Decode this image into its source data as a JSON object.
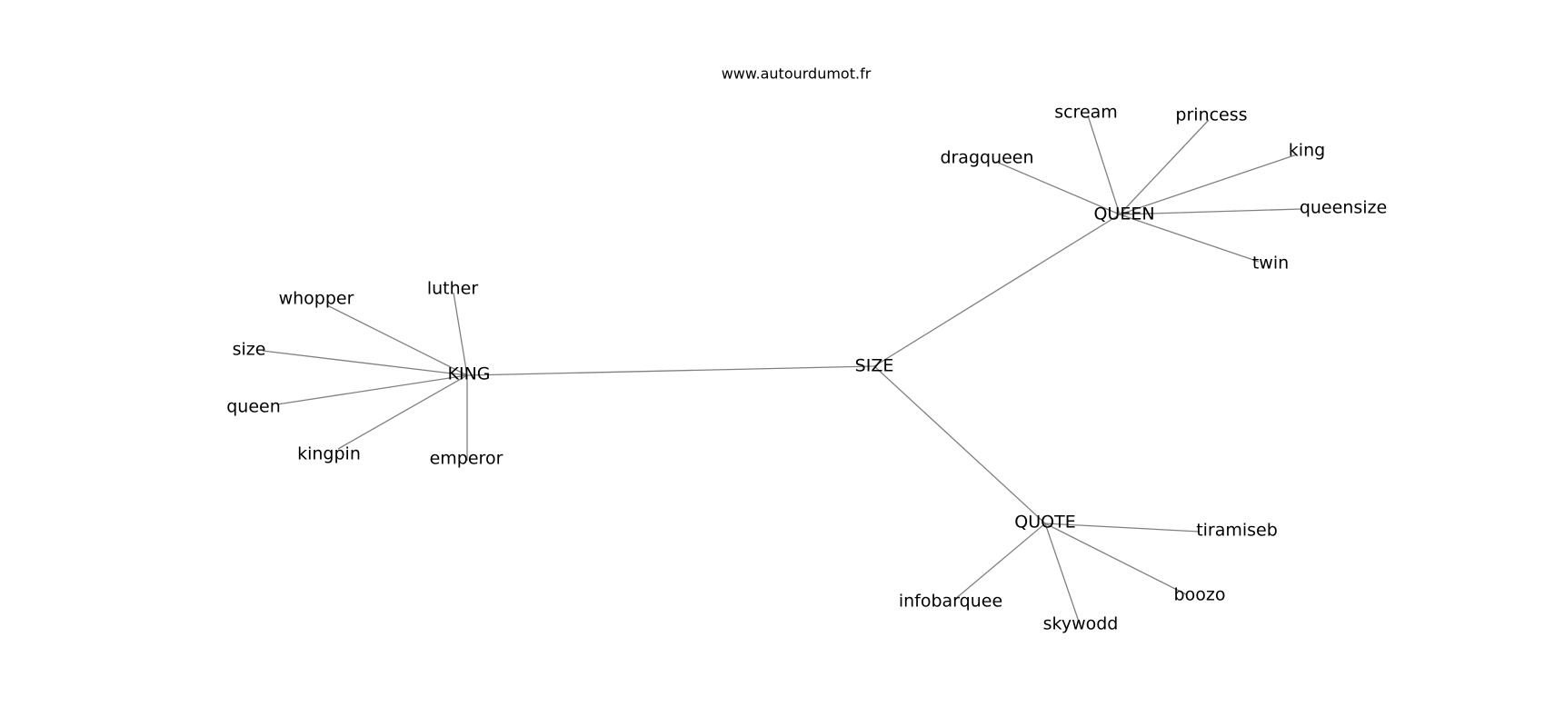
{
  "site": "www.autourdumot.fr",
  "nodes": [
    {
      "id": "SIZE",
      "label": "SIZE"
    },
    {
      "id": "KING",
      "label": "KING"
    },
    {
      "id": "QUEEN",
      "label": "QUEEN"
    },
    {
      "id": "QUOTE",
      "label": "QUOTE"
    },
    {
      "id": "whopper",
      "label": "whopper"
    },
    {
      "id": "luther",
      "label": "luther"
    },
    {
      "id": "size",
      "label": "size"
    },
    {
      "id": "queen",
      "label": "queen"
    },
    {
      "id": "kingpin",
      "label": "kingpin"
    },
    {
      "id": "emperor",
      "label": "emperor"
    },
    {
      "id": "scream",
      "label": "scream"
    },
    {
      "id": "princess",
      "label": "princess"
    },
    {
      "id": "dragqueen",
      "label": "dragqueen"
    },
    {
      "id": "king",
      "label": "king"
    },
    {
      "id": "queensize",
      "label": "queensize"
    },
    {
      "id": "twin",
      "label": "twin"
    },
    {
      "id": "tiramiseb",
      "label": "tiramiseb"
    },
    {
      "id": "infobarquee",
      "label": "infobarquee"
    },
    {
      "id": "boozo",
      "label": "boozo"
    },
    {
      "id": "skywodd",
      "label": "skywodd"
    }
  ],
  "edges": [
    [
      "SIZE",
      "KING"
    ],
    [
      "SIZE",
      "QUEEN"
    ],
    [
      "SIZE",
      "QUOTE"
    ],
    [
      "KING",
      "whopper"
    ],
    [
      "KING",
      "luther"
    ],
    [
      "KING",
      "size"
    ],
    [
      "KING",
      "queen"
    ],
    [
      "KING",
      "kingpin"
    ],
    [
      "KING",
      "emperor"
    ],
    [
      "QUEEN",
      "scream"
    ],
    [
      "QUEEN",
      "princess"
    ],
    [
      "QUEEN",
      "dragqueen"
    ],
    [
      "QUEEN",
      "king"
    ],
    [
      "QUEEN",
      "queensize"
    ],
    [
      "QUEEN",
      "twin"
    ],
    [
      "QUOTE",
      "tiramiseb"
    ],
    [
      "QUOTE",
      "infobarquee"
    ],
    [
      "QUOTE",
      "boozo"
    ],
    [
      "QUOTE",
      "skywodd"
    ]
  ]
}
